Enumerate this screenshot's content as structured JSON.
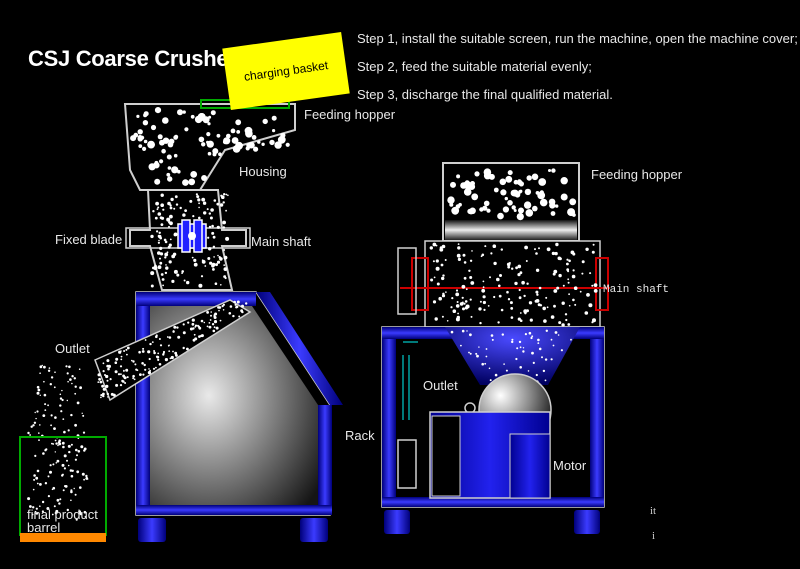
{
  "title": "CSJ Coarse Crusher",
  "note": "charging basket",
  "steps": [
    "Step 1, install the suitable screen, run the machine, open the machine cover;",
    "Step 2, feed the suitable material evenly;",
    "Step 3, discharge the final qualified material."
  ],
  "left_labels": {
    "feeding_hopper": "Feeding hopper",
    "housing": "Housing",
    "fixed_blade": "Fixed blade",
    "main_shaft": "Main shaft",
    "outlet": "Outlet",
    "rack": "Rack",
    "barrel_line1": "final product",
    "barrel_line2": "barrel"
  },
  "right_labels": {
    "feeding_hopper": "Feeding hopper",
    "main_shaft": "Main shaft",
    "outlet": "Outlet",
    "motor": "Motor"
  },
  "stray": {
    "it": "it",
    "i": "i"
  },
  "colors": {
    "frame": "#0000cc",
    "highlight": "#2a2aff",
    "outline": "#cfcfcf",
    "note_bg": "#ffff00",
    "barrel_base": "#ff8800",
    "barrel_outline": "#00aa00",
    "trim_red": "#cc0000"
  }
}
